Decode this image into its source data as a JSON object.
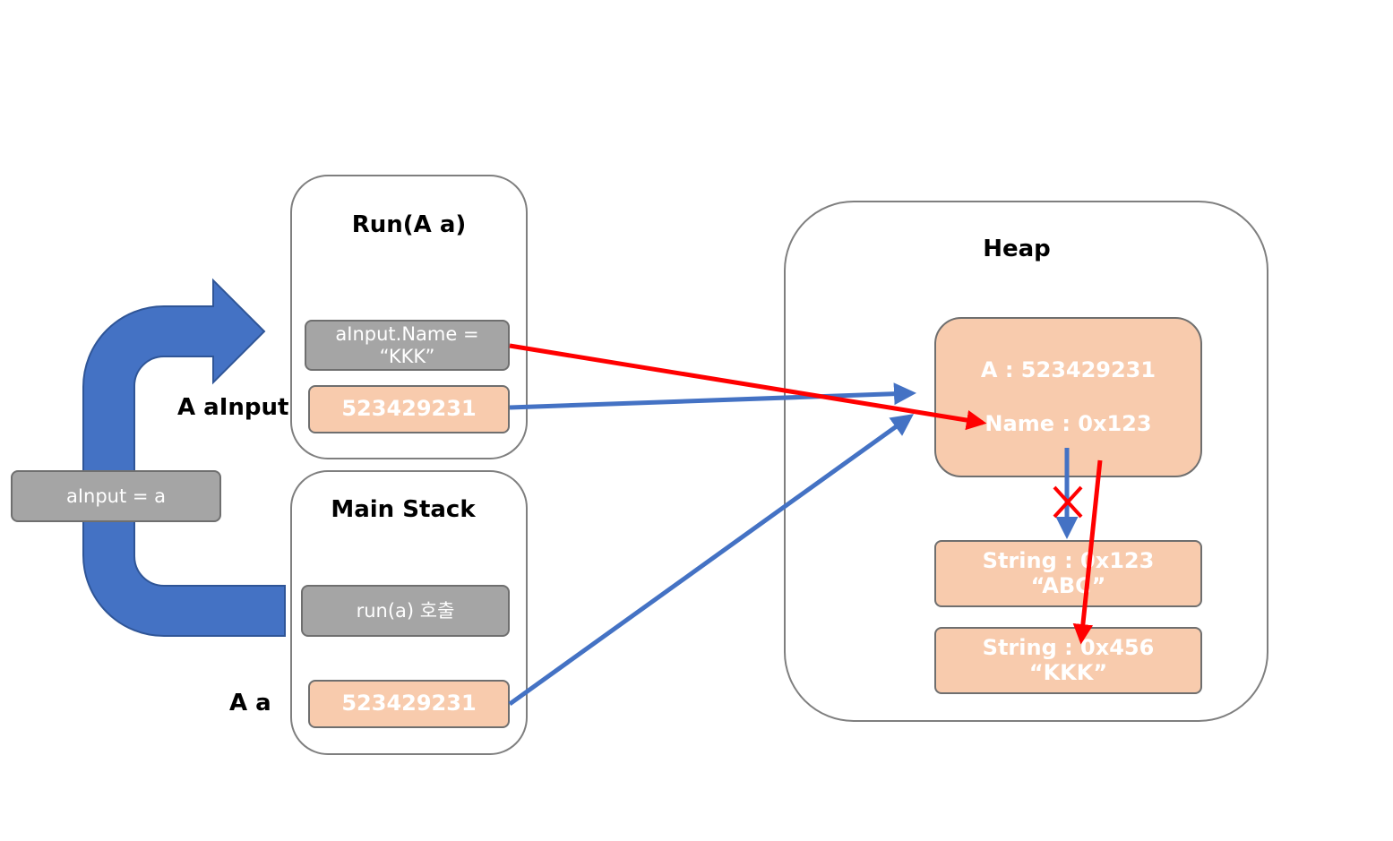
{
  "run_frame": {
    "title": "Run(A a)",
    "statement": "aInput.Name =\n“KKK”",
    "var_label": "A aInput",
    "var_value": "523429231"
  },
  "main_frame": {
    "title": "Main Stack",
    "call": "run(a) 호출",
    "var_label": "A a",
    "var_value": "523429231"
  },
  "call_arrow": {
    "label": "aInput = a"
  },
  "heap": {
    "title": "Heap",
    "object": {
      "line1": "A : 523429231",
      "line2": "Name : 0x123"
    },
    "strings": [
      {
        "text": "String : 0x123\n“ABC”"
      },
      {
        "text": "String : 0x456\n“KKK”"
      }
    ]
  },
  "colors": {
    "blue_arrow": "#4472c4",
    "red_arrow": "#ff0000",
    "peach": "#f8cbad",
    "gray": "#a5a5a5"
  }
}
